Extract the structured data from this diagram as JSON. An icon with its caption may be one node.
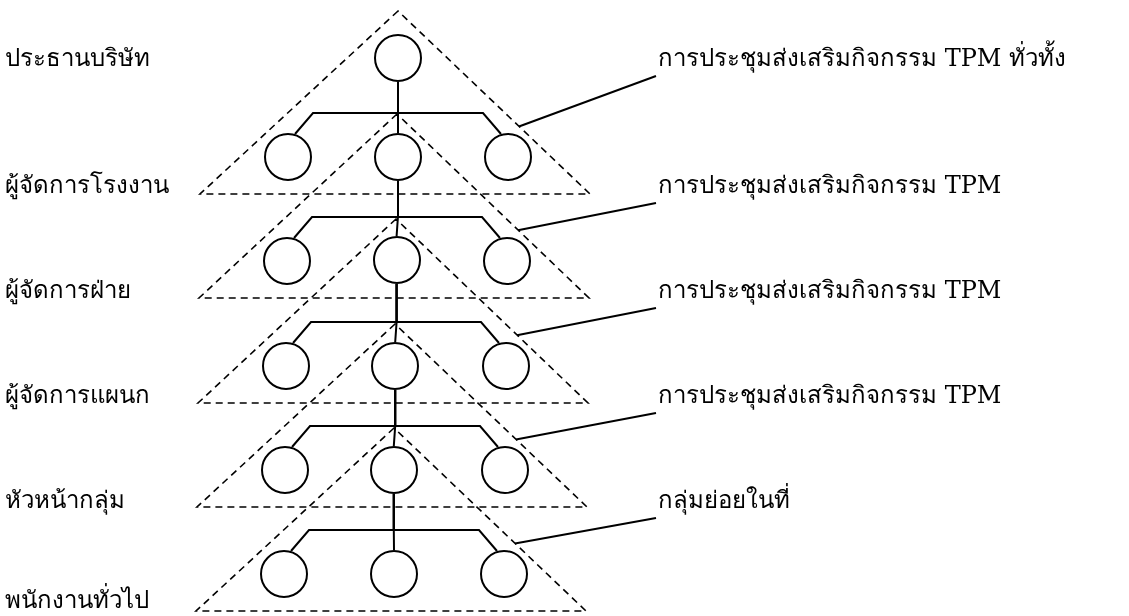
{
  "diagram": {
    "nodes": [
      {
        "text": [],
        "shape": "triangle"
      },
      {
        "text": [],
        "shape": "circle",
        "in": 0
      },
      {
        "text": [],
        "shape": "circle",
        "in": 0
      },
      {
        "text": [],
        "shape": "circle"
      },
      {
        "text": [],
        "shape": "circle",
        "in": 0
      },
      {
        "text": [],
        "shape": "triangle"
      },
      {
        "text": [],
        "shape": "circle",
        "in": 5
      },
      {
        "text": [],
        "shape": "circle"
      },
      {
        "text": [],
        "shape": "circle",
        "in": 5
      },
      {
        "text": [],
        "shape": "triangle"
      },
      {
        "text": [],
        "shape": "circle",
        "in": 9
      },
      {
        "text": [],
        "shape": "circle"
      },
      {
        "text": [],
        "shape": "circle",
        "in": 9
      },
      {
        "text": [],
        "shape": "triangle"
      },
      {
        "text": [],
        "shape": "circle",
        "in": 13
      },
      {
        "text": [],
        "shape": "circle"
      },
      {
        "text": [],
        "shape": "circle",
        "in": 13
      },
      {
        "text": [],
        "shape": "triangle"
      },
      {
        "text": [],
        "shape": "circle",
        "in": 17
      },
      {
        "text": [],
        "shape": "circle",
        "in": 17
      },
      {
        "text": [],
        "shape": "circle",
        "in": 17
      },
      {
        "text": [
          "การประชุมส่งเสริมกิจกรรม TPM ทั่วทั้ง"
        ]
      },
      {
        "text": [
          "การประชุมส่งเสริมกิจกรรม TPM"
        ]
      },
      {
        "text": [
          "การประชุมส่งเสริมกิจกรรม TPM"
        ]
      },
      {
        "text": [
          "การประชุมส่งเสริมกิจกรรม TPM"
        ]
      },
      {
        "text": [
          "กลุ่มย่อยในที่"
        ]
      }
    ],
    "edges": [
      {
        "from": 1,
        "to": 2,
        "arrow": "none"
      },
      {
        "from": 1,
        "to": 3,
        "arrow": "none"
      },
      {
        "from": 1,
        "to": 4,
        "arrow": "none"
      },
      {
        "from": 3,
        "to": 6,
        "arrow": "none"
      },
      {
        "from": 3,
        "to": 7,
        "arrow": "none"
      },
      {
        "from": 3,
        "to": 8,
        "arrow": "none"
      },
      {
        "from": 7,
        "to": 10,
        "arrow": "none"
      },
      {
        "from": 7,
        "to": 11,
        "arrow": "none"
      },
      {
        "from": 7,
        "to": 12,
        "arrow": "none"
      },
      {
        "from": 11,
        "to": 14,
        "arrow": "none"
      },
      {
        "from": 11,
        "to": 15,
        "arrow": "none"
      },
      {
        "from": 11,
        "to": 16,
        "arrow": "none"
      },
      {
        "from": 15,
        "to": 18,
        "arrow": "none"
      },
      {
        "from": 15,
        "to": 19,
        "arrow": "none"
      },
      {
        "from": 15,
        "to": 20,
        "arrow": "none"
      },
      {
        "from": 21,
        "to": 0,
        "arrow": "none"
      },
      {
        "from": 22,
        "to": 5,
        "arrow": "none"
      },
      {
        "from": 23,
        "to": 9,
        "arrow": "none"
      },
      {
        "from": 24,
        "to": 13,
        "arrow": "none"
      },
      {
        "from": 25,
        "to": 17,
        "arrow": "none"
      }
    ],
    "labels": [
      "ประธานบริษัท",
      "ผู้จัดการโรงงาน",
      "ผู้จัดการฝ่าย",
      "ผู้จัดการแผนก",
      "หัวหน้ากลุ่ม",
      "พนักงานทั่วไป"
    ]
  }
}
